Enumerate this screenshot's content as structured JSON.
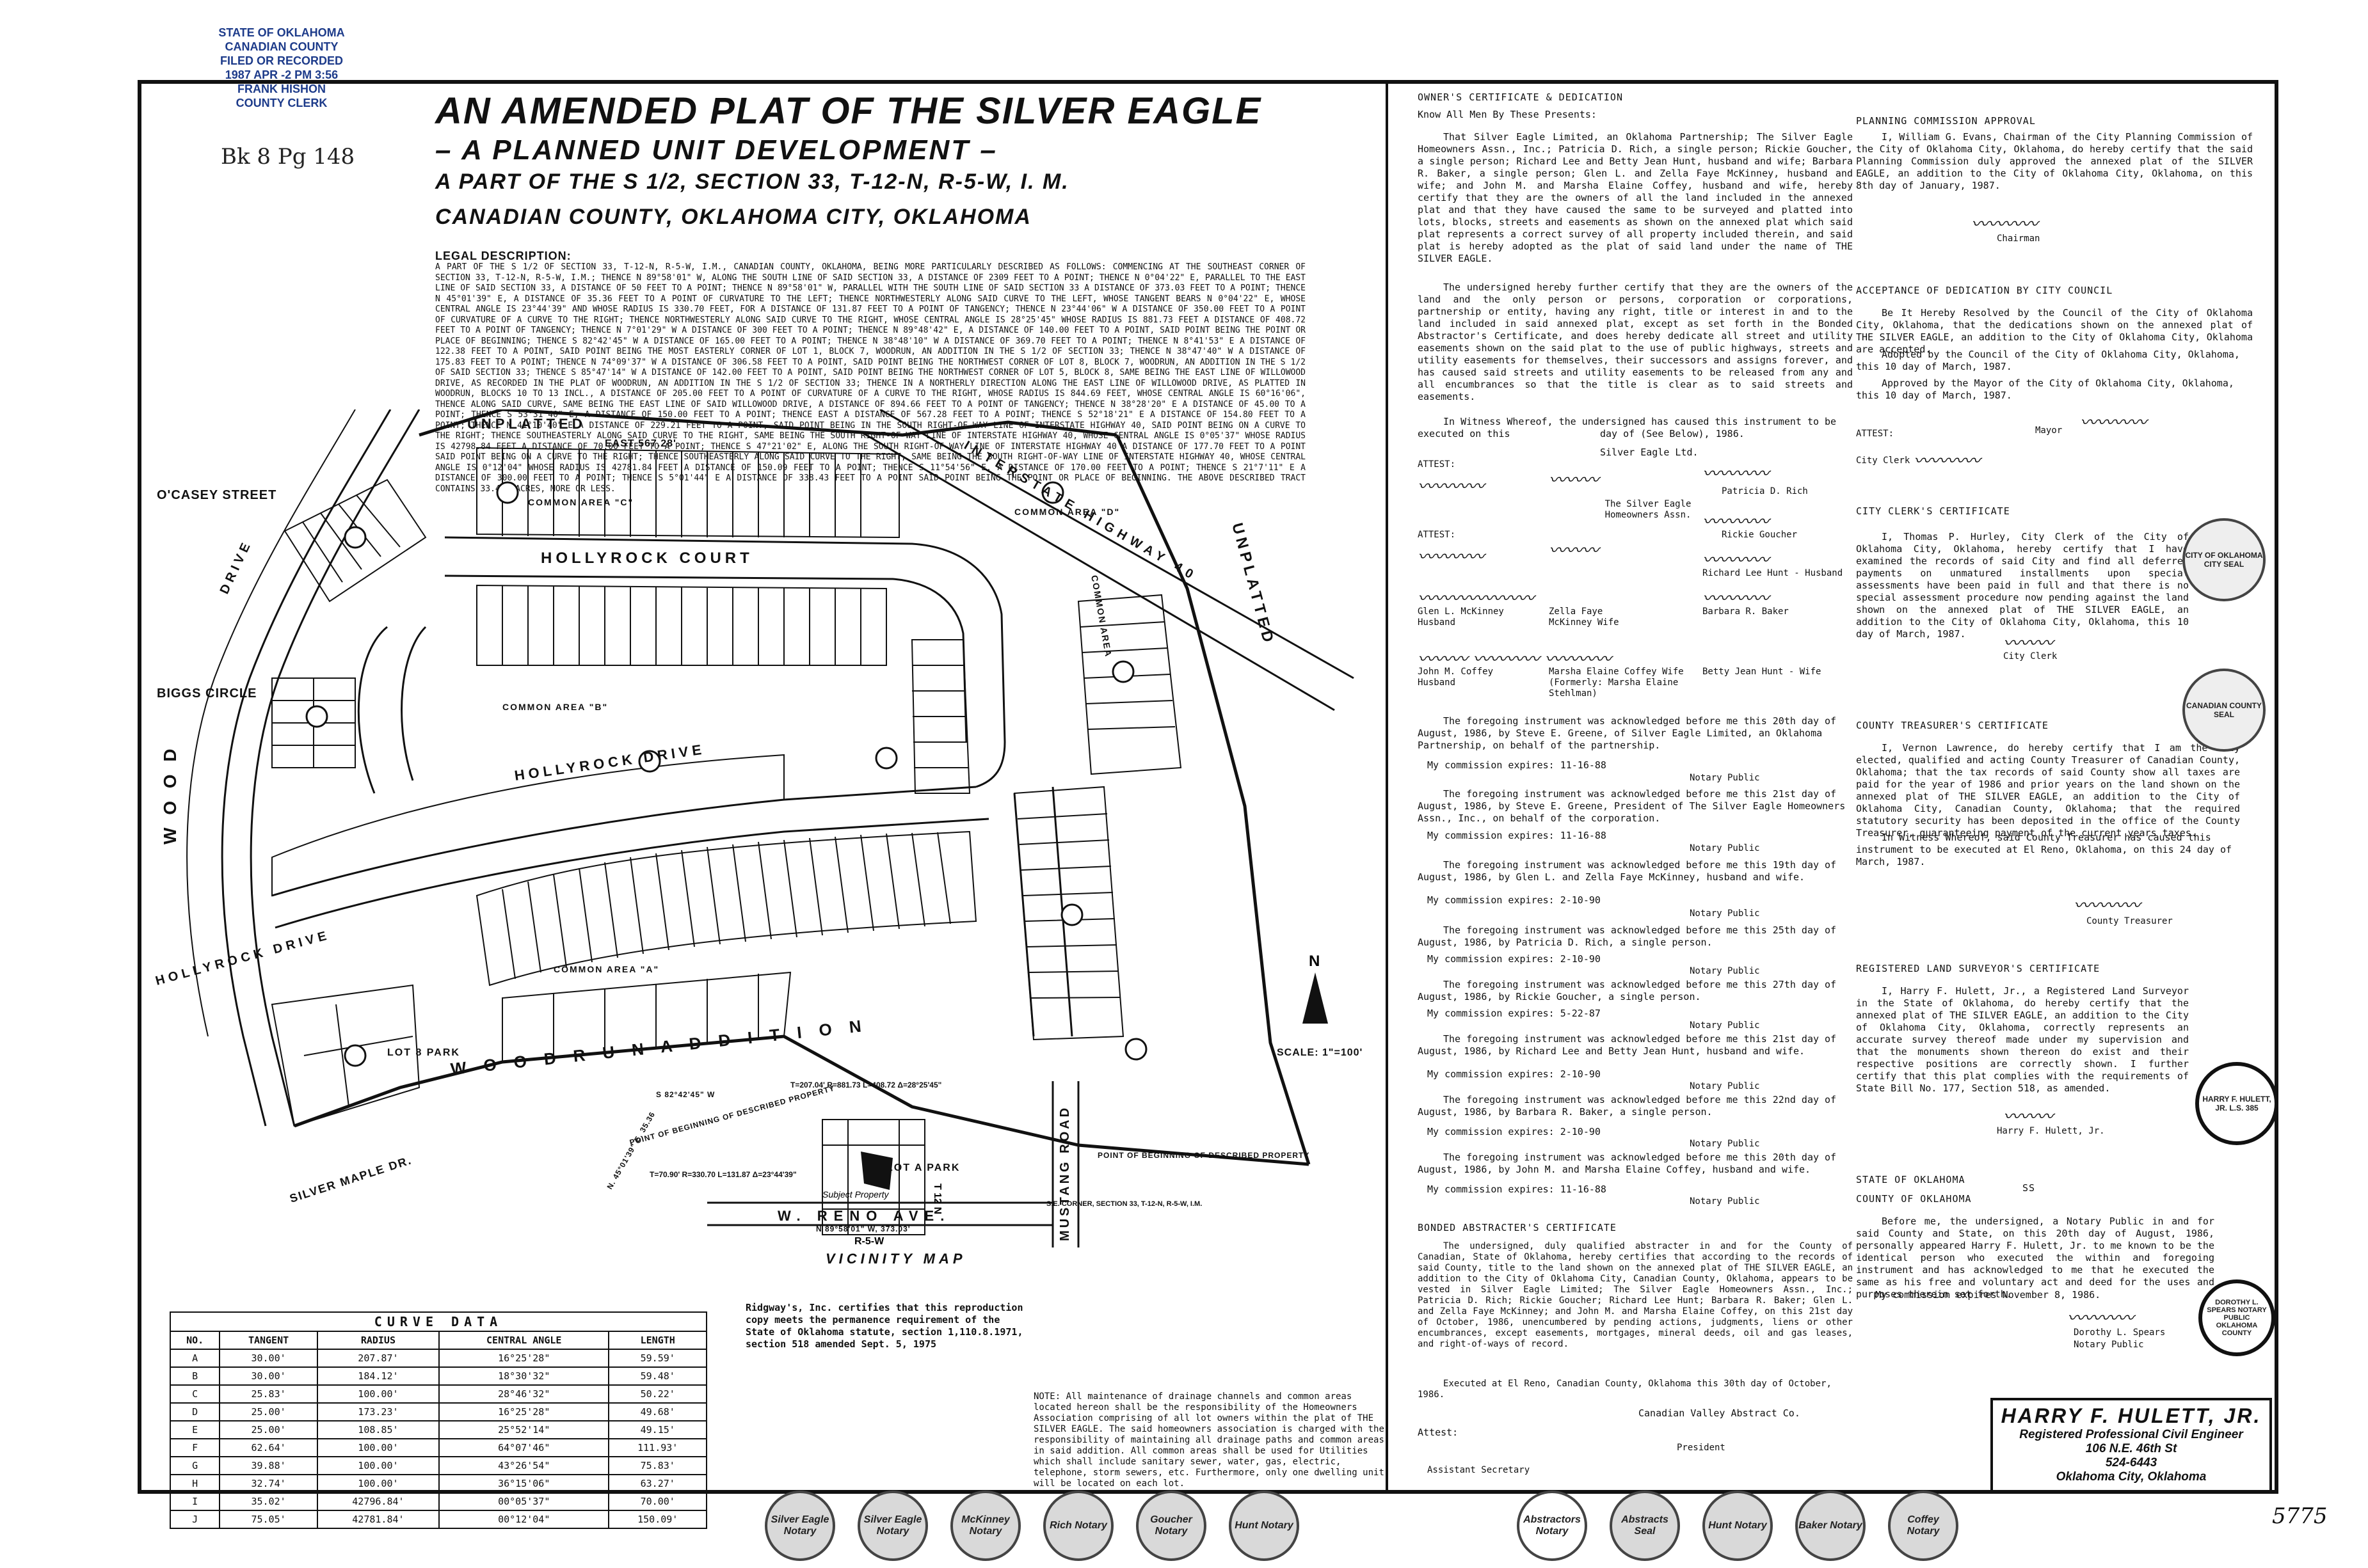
{
  "stamp": {
    "l1": "STATE OF OKLAHOMA",
    "l2": "CANADIAN COUNTY",
    "l3": "FILED OR RECORDED",
    "l4": "1987 APR -2 PM 3:56",
    "l5": "FRANK HISHON",
    "l6": "COUNTY CLERK"
  },
  "handnote": "Bk 8 Pg 148",
  "header": {
    "title": "AN AMENDED PLAT OF THE SILVER EAGLE",
    "subtitle": "– A PLANNED UNIT DEVELOPMENT –",
    "line3": "A PART OF THE S 1/2, SECTION 33, T-12-N, R-5-W, I. M.",
    "line4": "CANADIAN COUNTY, OKLAHOMA CITY, OKLAHOMA"
  },
  "legal": {
    "heading": "LEGAL DESCRIPTION:",
    "text": "A PART OF THE S 1/2 OF SECTION 33, T-12-N, R-5-W, I.M., CANADIAN COUNTY, OKLAHOMA, BEING MORE PARTICULARLY DESCRIBED AS FOLLOWS: COMMENCING AT THE SOUTHEAST CORNER OF SECTION 33, T-12-N, R-5-W, I.M.; THENCE N 89°58'01\" W, ALONG THE SOUTH LINE OF SAID SECTION 33, A DISTANCE OF 2309 FEET TO A POINT; THENCE N 0°04'22\" E, PARALLEL TO THE EAST LINE OF SAID SECTION 33, A DISTANCE OF 50 FEET TO A POINT; THENCE N 89°58'01\" W, PARALLEL WITH THE SOUTH LINE OF SAID SECTION 33 A DISTANCE OF 373.03 FEET TO A POINT; THENCE N 45°01'39\" E, A DISTANCE OF 35.36 FEET TO A POINT OF CURVATURE TO THE LEFT; THENCE NORTHWESTERLY ALONG SAID CURVE TO THE LEFT, WHOSE TANGENT BEARS N 0°04'22\" E, WHOSE CENTRAL ANGLE IS 23°44'39\" AND WHOSE RADIUS IS 330.70 FEET, FOR A DISTANCE OF 131.87 FEET TO A POINT OF TANGENCY; THENCE N 23°44'06\" W A DISTANCE OF 350.00 FEET TO A POINT OF CURVATURE OF A CURVE TO THE RIGHT; THENCE NORTHWESTERLY ALONG SAID CURVE TO THE RIGHT, WHOSE CENTRAL ANGLE IS 28°25'45\" WHOSE RADIUS IS 881.73 FEET A DISTANCE OF 408.72 FEET TO A POINT OF TANGENCY; THENCE N 7°01'29\" W A DISTANCE OF 300 FEET TO A POINT; THENCE N 89°48'42\" E, A DISTANCE OF 140.00 FEET TO A POINT, SAID POINT BEING THE POINT OR PLACE OF BEGINNING; THENCE S 82°42'45\" W A DISTANCE OF 165.00 FEET TO A POINT; THENCE N 38°48'10\" W A DISTANCE OF 369.70 FEET TO A POINT; THENCE N 8°41'53\" E A DISTANCE OF 122.38 FEET TO A POINT, SAID POINT BEING THE MOST EASTERLY CORNER OF LOT 1, BLOCK 7, WOODRUN, AN ADDITION IN THE S 1/2 OF SECTION 33; THENCE N 38°47'40\" W A DISTANCE OF 175.83 FEET TO A POINT; THENCE N 74°09'37\" W A DISTANCE OF 306.58 FEET TO A POINT, SAID POINT BEING THE NORTHWEST CORNER OF LOT 8, BLOCK 7, WOODRUN, AN ADDITION IN THE S 1/2 OF SAID SECTION 33; THENCE S 85°47'14\" W A DISTANCE OF 142.00 FEET TO A POINT, SAID POINT BEING THE NORTHWEST CORNER OF LOT 5, BLOCK 8, SAME BEING THE EAST LINE OF WILLOWOOD DRIVE, AS RECORDED IN THE PLAT OF WOODRUN, AN ADDITION IN THE S 1/2 OF SECTION 33; THENCE IN A NORTHERLY DIRECTION ALONG THE EAST LINE OF WILLOWOOD DRIVE, AS PLATTED IN WOODRUN, BLOCKS 10 TO 13 INCL., A DISTANCE OF 205.00 FEET TO A POINT OF CURVATURE OF A CURVE TO THE RIGHT, WHOSE RADIUS IS 844.69 FEET, WHOSE CENTRAL ANGLE IS 60°16'06\", THENCE ALONG SAID CURVE, SAME BEING THE EAST LINE OF SAID WILLOWOOD DRIVE, A DISTANCE OF 894.66 FEET TO A POINT OF TANGENCY; THENCE N 38°28'20\" E A DISTANCE OF 45.00 TO A POINT; THENCE S 53°31'40\" E, A DISTANCE OF 150.00 FEET TO A POINT; THENCE EAST A DISTANCE OF 567.28 FEET TO A POINT; THENCE S 52°18'21\" E A DISTANCE OF 154.80 FEET TO A POINT; THENCE N 41°10'40\" E A DISTANCE OF 229.21 FEET TO A POINT, SAID POINT BEING IN THE SOUTH RIGHT-OF-WAY LINE OF INTERSTATE HIGHWAY 40, SAID POINT BEING ON A CURVE TO THE RIGHT; THENCE SOUTHEASTERLY ALONG SAID CURVE TO THE RIGHT, SAME BEING THE SOUTH RIGHT-OF-WAY LINE OF INTERSTATE HIGHWAY 40, WHOSE CENTRAL ANGLE IS 0°05'37\" WHOSE RADIUS IS 42798.84 FEET A DISTANCE OF 70.00 FEET TO A POINT; THENCE S 47°21'02\" E, ALONG THE SOUTH RIGHT-OF-WAY LINE OF INTERSTATE HIGHWAY 40 A DISTANCE OF 177.70 FEET TO A POINT SAID POINT BEING ON A CURVE TO THE RIGHT; THENCE SOUTHEASTERLY ALONG SAID CURVE TO THE RIGHT, SAME BEING THE SOUTH RIGHT-OF-WAY LINE OF INTERSTATE HIGHWAY 40, WHOSE CENTRAL ANGLE IS 0°12'04\" WHOSE RADIUS IS 42781.84 FEET A DISTANCE OF 150.09 FEET TO A POINT; THENCE S 11°54'56\" E, A DISTANCE OF 170.00 FEET TO A POINT; THENCE S 21°7'11\" E A DISTANCE OF 300.00 FEET TO A POINT; THENCE S 5°01'44\" E A DISTANCE OF 338.43 FEET TO A POINT SAID POINT BEING THE POINT OR PLACE OF BEGINNING. THE ABOVE DESCRIBED TRACT CONTAINS 33.408 ACRES, MORE OR LESS."
  },
  "plat": {
    "unplatted_top": "UNPLATTED",
    "unplatted_right": "UNPLATTED",
    "east_top": "EAST 567.28'",
    "interstate": "INTERSTATE HIGHWAY 40",
    "hollyrock_court": "HOLLYROCK COURT",
    "hollyrock_drive": "HOLLYROCK DRIVE",
    "hollyrock_drive_west": "HOLLYROCK DRIVE",
    "oc_street": "O'CASEY STREET",
    "biggs": "BIGGS CIRCLE",
    "willowood": "W O O D",
    "drive_left": "DRIVE",
    "common_area_c": "COMMON AREA \"C\"",
    "common_area_b": "COMMON AREA \"B\"",
    "common_area_a": "COMMON AREA \"A\"",
    "common_area_d": "COMMON AREA \"D\"",
    "common_right": "COMMON AREA",
    "woodrun": "W O O D R U N   A D D I T I O N",
    "lot8": "LOT 8 PARK",
    "lotA": "LOT A PARK",
    "silver_maple": "SILVER MAPLE DR.",
    "pob": "POINT OF BEGINNING OF DESCRIBED PROPERTY",
    "pob2": "POINT OF BEGINNING OF DESCRIBED PROPERTY",
    "w_reno": "W. RENO AVE.",
    "mustang": "MUSTANG ROAD",
    "scale": "SCALE: 1\"=100'",
    "vicinity": "VICINITY MAP",
    "subject": "Subject Property",
    "se_corner": "S.E. CORNER, SECTION 33, T-12-N, R-5-W, I.M.",
    "bearing1": "N 89°58'01\" W, 373.03'",
    "bearing2": "N. 45°01'39\" E. 35.36",
    "bearing3": "S 82°42'45\" W",
    "curve_top": "T=207.04' R=881.73 L=408.72 Δ=28°25'45\"",
    "curve_bot": "T=70.90' R=330.70 L=131.87 Δ=23°44'39\"",
    "r5w": "R-5-W",
    "t12n": "T 12 N",
    "north": "N"
  },
  "curve_table": {
    "caption": "CURVE DATA",
    "headers": [
      "NO.",
      "TANGENT",
      "RADIUS",
      "CENTRAL ANGLE",
      "LENGTH"
    ],
    "rows": [
      [
        "A",
        "30.00'",
        "207.87'",
        "16°25'28\"",
        "59.59'"
      ],
      [
        "B",
        "30.00'",
        "184.12'",
        "18°30'32\"",
        "59.48'"
      ],
      [
        "C",
        "25.83'",
        "100.00'",
        "28°46'32\"",
        "50.22'"
      ],
      [
        "D",
        "25.00'",
        "173.23'",
        "16°25'28\"",
        "49.68'"
      ],
      [
        "E",
        "25.00'",
        "108.85'",
        "25°52'14\"",
        "49.15'"
      ],
      [
        "F",
        "62.64'",
        "100.00'",
        "64°07'46\"",
        "111.93'"
      ],
      [
        "G",
        "39.88'",
        "100.00'",
        "43°26'54\"",
        "75.83'"
      ],
      [
        "H",
        "32.74'",
        "100.00'",
        "36°15'06\"",
        "63.27'"
      ],
      [
        "I",
        "35.02'",
        "42796.84'",
        "00°05'37\"",
        "70.00'"
      ],
      [
        "J",
        "75.05'",
        "42781.84'",
        "00°12'04\"",
        "150.09'"
      ]
    ]
  },
  "ridgway": "Ridgway's, Inc. certifies that this reproduction copy meets the permanence requirement of the State of Oklahoma statute, section 1,110.8.1971, section 518 amended Sept. 5, 1975",
  "note": "NOTE: All maintenance of drainage channels and common areas located hereon shall be the responsibility of the Homeowners Association comprising of all lot owners within the plat of THE SILVER EAGLE. The said homeowners association is charged with the responsibility of maintaining all drainage paths and common areas in said addition. All common areas shall be used for Utilities which shall include sanitary sewer, water, gas, electric, telephone, storm sewers, etc. Furthermore, only one dwelling unit will be located on each lot.",
  "owners": {
    "heading": "OWNER'S CERTIFICATE & DEDICATION",
    "intro": "Know All Men By These Presents:",
    "body": "That Silver Eagle Limited, an Oklahoma Partnership; The Silver Eagle Homeowners Assn., Inc.; Patricia D. Rich, a single person; Rickie Goucher, a single person; Richard Lee and Betty Jean Hunt, husband and wife; Barbara R. Baker, a single person; Glen L. and Zella Faye McKinney, husband and wife; and John M. and Marsha Elaine Coffey, husband and wife, hereby certify that they are the owners of all the land included in the annexed plat and that they have caused the same to be surveyed and platted into lots, blocks, streets and easements as shown on the annexed plat which said plat represents a correct survey of all property included therein, and said plat is hereby adopted as the plat of said land under the name of THE SILVER EAGLE.",
    "body2": "The undersigned hereby further certify that they are the owners of the land and the only person or persons, corporation or corporations, partnership or entity, having any right, title or interest in and to the land included in said annexed plat, except as set forth in the Bonded Abstractor's Certificate, and does hereby dedicate all street and utility easements shown on the said plat to the use of public highways, streets and utility easements for themselves, their successors and assigns forever, and has caused said streets and utility easements to be released from any and all encumbrances so that the title is clear as to said streets and easements.",
    "witness": "In Witness Whereof, the undersigned has caused this instrument to be executed on this",
    "witness_date": "day of (See Below), 1986.",
    "silver_eagle": "Silver Eagle Ltd.",
    "attest": "ATTEST:",
    "attest2": "ATTEST:",
    "homeowners": "The Silver Eagle Homeowners Assn.",
    "sig_patricia": "Patricia D. Rich",
    "sig_rickie": "Rickie Goucher",
    "sig_richard": "Richard Lee Hunt - Husband",
    "sig_barbara": "Barbara R. Baker",
    "sig_glen": "Glen L. McKinney Husband",
    "sig_zella": "Zella Faye McKinney Wife",
    "sig_john": "John M. Coffey Husband",
    "sig_marsha": "Marsha Elaine Coffey Wife (Formerly: Marsha Elaine Stehlman)",
    "sig_betty": "Betty Jean Hunt - Wife"
  },
  "acks": [
    {
      "line": "The foregoing instrument was acknowledged before me this 20th day of August, 1986, by Steve E. Greene, of Silver Eagle Limited, an Oklahoma Partnership, on behalf of the partnership.",
      "exp": "My commission expires: 11-16-88",
      "np": "Notary Public"
    },
    {
      "line": "The foregoing instrument was acknowledged before me this 21st day of August, 1986, by Steve E. Greene, President of The Silver Eagle Homeowners Assn., Inc., on behalf of the corporation.",
      "exp": "My commission expires: 11-16-88",
      "np": "Notary Public"
    },
    {
      "line": "The foregoing instrument was acknowledged before me this 19th day of August, 1986, by Glen L. and Zella Faye McKinney, husband and wife.",
      "exp": "My commission expires: 2-10-90",
      "np": "Notary Public"
    },
    {
      "line": "The foregoing instrument was acknowledged before me this 25th day of August, 1986, by Patricia D. Rich, a single person.",
      "exp": "My commission expires: 2-10-90",
      "np": "Notary Public"
    },
    {
      "line": "The foregoing instrument was acknowledged before me this 27th day of August, 1986, by Rickie Goucher, a single person.",
      "exp": "My commission expires: 5-22-87",
      "np": "Notary Public"
    },
    {
      "line": "The foregoing instrument was acknowledged before me this 21st day of August, 1986, by Richard Lee and Betty Jean Hunt, husband and wife.",
      "exp": "My commission expires: 2-10-90",
      "np": "Notary Public"
    },
    {
      "line": "The foregoing instrument was acknowledged before me this 22nd day of August, 1986, by Barbara R. Baker, a single person.",
      "exp": "My commission expires: 2-10-90",
      "np": "Notary Public"
    },
    {
      "line": "The foregoing instrument was acknowledged before me this 20th day of August, 1986, by John M. and Marsha Elaine Coffey, husband and wife.",
      "exp": "My commission expires: 11-16-88",
      "np": "Notary Public"
    }
  ],
  "bonded": {
    "heading": "BONDED ABSTRACTER'S CERTIFICATE",
    "body": "The undersigned, duly qualified abstracter in and for the County of Canadian, State of Oklahoma, hereby certifies that according to the records of said County, title to the land shown on the annexed plat of THE SILVER EAGLE, an addition to the City of Oklahoma City, Canadian County, Oklahoma, appears to be vested in Silver Eagle Limited; The Silver Eagle Homeowners Assn., Inc.; Patricia D. Rich; Rickie Goucher; Richard Lee Hunt; Barbara R. Baker; Glen L. and Zella Faye McKinney; and John M. and Marsha Elaine Coffey, on this 21st day of October, 1986, unencumbered by pending actions, judgments, liens or other encumbrances, except easements, mortgages, mineral deeds, oil and gas leases, and right-of-ways of record.",
    "executed": "Executed at El Reno, Canadian County, Oklahoma this 30th day of October, 1986.",
    "company": "Canadian Valley Abstract Co.",
    "attest": "Attest:",
    "secretary": "Assistant Secretary",
    "president": "President"
  },
  "planning": {
    "heading": "PLANNING COMMISSION APPROVAL",
    "body": "I, William G. Evans, Chairman of the City Planning Commission of the City of Oklahoma City, Oklahoma, do hereby certify that the said Planning Commission duly approved the annexed plat of the SILVER EAGLE, an addition to the City of Oklahoma City, Oklahoma, on this 8th day of January, 1987.",
    "chairman": "Chairman"
  },
  "acceptance": {
    "heading": "ACCEPTANCE OF DEDICATION BY CITY COUNCIL",
    "body": "Be It Hereby Resolved by the Council of the City of Oklahoma City, Oklahoma, that the dedications shown on the annexed plat of THE SILVER EAGLE, an addition to the City of Oklahoma City, Oklahoma are accepted.",
    "adopted": "Adopted by the Council of the City of Oklahoma City, Oklahoma, this 10 day of March, 1987.",
    "approved": "Approved by the Mayor of the City of Oklahoma City, Oklahoma, this 10 day of March, 1987.",
    "mayor": "Mayor",
    "attest": "ATTEST:",
    "clerk": "City Clerk"
  },
  "clerk": {
    "heading": "CITY CLERK'S CERTIFICATE",
    "body": "I, Thomas P. Hurley, City Clerk of the City of Oklahoma City, Oklahoma, hereby certify that I have examined the records of said City and find all deferred payments on unmatured installments upon special assessments have been paid in full and that there is no special assessment procedure now pending against the land shown on the annexed plat of THE SILVER EAGLE, an addition to the City of Oklahoma City, Oklahoma, this 10 day of March, 1987.",
    "label": "City Clerk"
  },
  "treasurer": {
    "heading": "COUNTY TREASURER'S CERTIFICATE",
    "body": "I, Vernon Lawrence, do hereby certify that I am the duly elected, qualified and acting County Treasurer of Canadian County, Oklahoma; that the tax records of said County show all taxes are paid for the year of 1986 and prior years on the land shown on the annexed plat of THE SILVER EAGLE, an addition to the City of Oklahoma City, Canadian County, Oklahoma; that the required statutory security has been deposited in the office of the County Treasurer, guaranteeing payment of the current years taxes.",
    "witness": "In Witness Whereof, said County Treasurer has caused this instrument to be executed at El Reno, Oklahoma, on this 24 day of March, 1987.",
    "label": "County Treasurer"
  },
  "surveyor": {
    "heading": "REGISTERED LAND SURVEYOR'S CERTIFICATE",
    "body": "I, Harry F. Hulett, Jr., a Registered Land Surveyor in the State of Oklahoma, do hereby certify that the annexed plat of THE SILVER EAGLE, an addition to the City of Oklahoma City, Oklahoma, correctly represents an accurate survey thereof made under my supervision and that the monuments shown thereon do exist and their respective positions are correctly shown. I further certify that this plat complies with the requirements of State Bill No. 177, Section 518, as amended.",
    "name": "Harry F. Hulett, Jr.",
    "state": "STATE OF OKLAHOMA",
    "ss": "SS",
    "county": "COUNTY OF OKLAHOMA",
    "notary": "Before me, the undersigned, a Notary Public in and for said County and State, on this 20th day of August, 1986, personally appeared Harry F. Hulett, Jr. to me known to be the identical person who executed the within and foregoing instrument and has acknowledged to me that he executed the same as his free and voluntary act and deed for the uses and purposes therein set forth.",
    "exp": "My commission expires November 8, 1986.",
    "np_name": "Dorothy L. Spears",
    "np": "Notary Public"
  },
  "surveyor_seal": "HARRY F. HULETT, JR. L.S. 385",
  "notary_seal": "DOROTHY L. SPEARS NOTARY PUBLIC OKLAHOMA COUNTY",
  "city_seal": "CITY OF OKLAHOMA CITY SEAL",
  "county_seal": "CANADIAN COUNTY SEAL",
  "title_block": {
    "name": "HARRY F. HULETT, JR.",
    "role": "Registered Professional Civil Engineer",
    "addr1": "106 N.E. 46th St",
    "phone": "524-6443",
    "city": "Oklahoma City, Oklahoma"
  },
  "seals": [
    "Silver Eagle Notary",
    "Silver Eagle Notary",
    "McKinney Notary",
    "Rich Notary",
    "Goucher Notary",
    "Hunt Notary",
    "Abstractors Notary",
    "Abstracts Seal",
    "Hunt Notary",
    "Baker Notary",
    "Coffey Notary"
  ],
  "sheet_no": "5775"
}
